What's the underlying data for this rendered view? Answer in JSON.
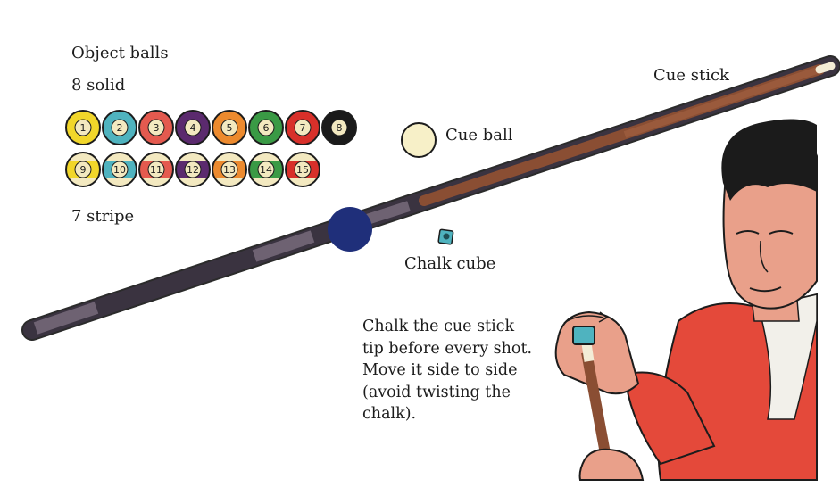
{
  "labels": {
    "object_balls": "Object balls",
    "solid": "8 solid",
    "stripe": "7 stripe",
    "cue_ball": "Cue ball",
    "cue_stick": "Cue stick",
    "chalk_cube": "Chalk cube"
  },
  "instructions": [
    "Chalk the cue stick",
    "tip before every shot.",
    "Move it side to side",
    "(avoid twisting the",
    "chalk)."
  ],
  "solid_balls": [
    {
      "number": "1",
      "color": "#f1d62a"
    },
    {
      "number": "2",
      "color": "#4fb3bf"
    },
    {
      "number": "3",
      "color": "#e45a4f"
    },
    {
      "number": "4",
      "color": "#5b2a6e"
    },
    {
      "number": "5",
      "color": "#ec8a2e"
    },
    {
      "number": "6",
      "color": "#3a9a45"
    },
    {
      "number": "7",
      "color": "#d8302a"
    },
    {
      "number": "8",
      "color": "#1a1a1a"
    }
  ],
  "stripe_balls": [
    {
      "number": "9",
      "color": "#f1d62a"
    },
    {
      "number": "10",
      "color": "#4fb3bf"
    },
    {
      "number": "11",
      "color": "#e45a4f"
    },
    {
      "number": "12",
      "color": "#5b2a6e"
    },
    {
      "number": "13",
      "color": "#ec8a2e"
    },
    {
      "number": "14",
      "color": "#3a9a45"
    },
    {
      "number": "15",
      "color": "#d8302a"
    }
  ],
  "colors": {
    "cue_ball": "#f7f0c8",
    "chalk": "#4fb3bf",
    "cue_wood": "#8a4e33",
    "cue_butt": "#3a3340",
    "shirt": "#e4493a",
    "skin": "#e9a08a",
    "hair": "#1b1b1b",
    "blue_ball": "#1f2f7a"
  }
}
